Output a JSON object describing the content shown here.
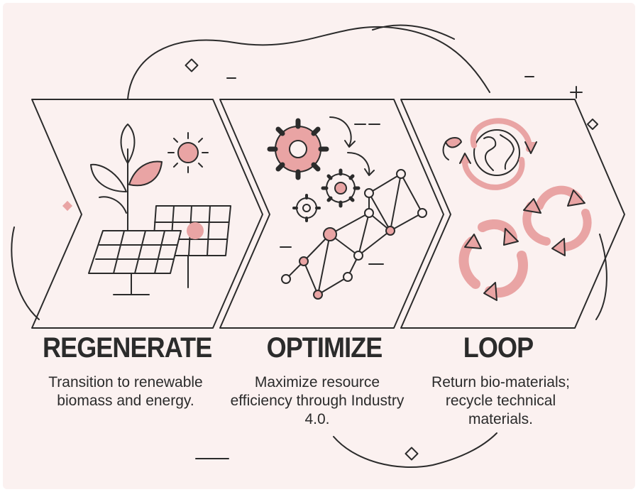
{
  "steps": [
    {
      "title": "REGENERATE",
      "description": "Transition to renewable biomass and energy.",
      "icons": [
        "sprout-icon",
        "sun-icon",
        "solar-panel-icon"
      ]
    },
    {
      "title": "OPTIMIZE",
      "description": "Maximize resource efficiency through Industry 4.0.",
      "icons": [
        "gear-icon",
        "network-icon"
      ]
    },
    {
      "title": "LOOP",
      "description": "Return bio-materials; recycle technical materials.",
      "icons": [
        "globe-icon",
        "recycle-icon"
      ]
    }
  ],
  "colors": {
    "background": "#fbf1f0",
    "line": "#2b2b2b",
    "accent": "#e9a4a4",
    "accent_dark": "#d98a8a"
  }
}
